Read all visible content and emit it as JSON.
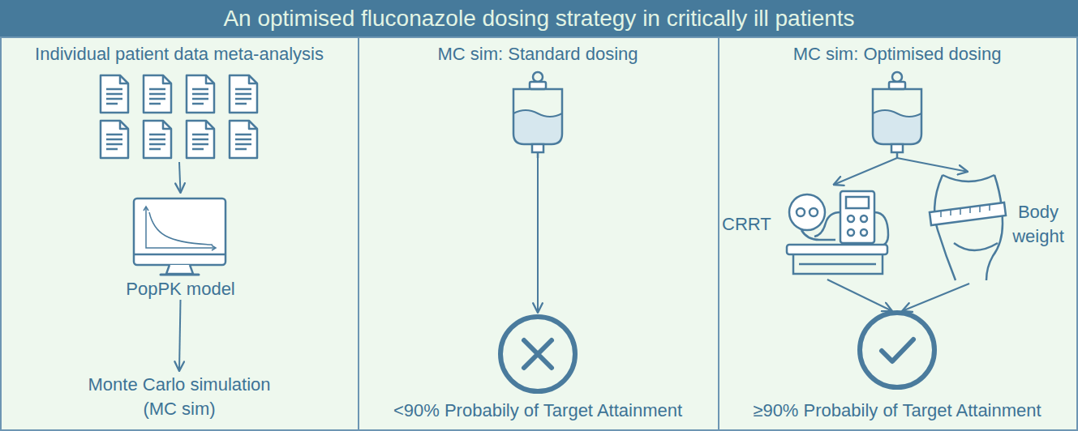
{
  "diagram": {
    "title": "An optimised fluconazole dosing strategy in critically ill patients",
    "nodes": [
      {
        "text": [
          "Individual patient data meta-analysis"
        ]
      },
      {
        "text": [
          "PopPK model"
        ]
      },
      {
        "text": [
          "Monte Carlo simulation (MC sim)"
        ]
      },
      {
        "text": [
          "MC sim: Standard dosing"
        ]
      },
      {
        "text": [
          "<90% Probabily of Target Attainment"
        ]
      },
      {
        "text": [
          "MC sim: Optimised dosing"
        ]
      },
      {
        "text": [
          "CRRT"
        ]
      },
      {
        "text": [
          "Body weight"
        ]
      },
      {
        "text": [
          "≥90% Probabily of Target Attainment"
        ]
      }
    ],
    "edges": [
      {
        "from": 0,
        "to": 1,
        "arrow": "to"
      },
      {
        "from": 1,
        "to": 2,
        "arrow": "to"
      },
      {
        "from": 3,
        "to": 4,
        "arrow": "to"
      },
      {
        "from": 5,
        "to": 6,
        "arrow": "to"
      },
      {
        "from": 5,
        "to": 7,
        "arrow": "to"
      },
      {
        "from": 6,
        "to": 8,
        "arrow": "to"
      },
      {
        "from": 7,
        "to": 8,
        "arrow": "to"
      }
    ]
  }
}
